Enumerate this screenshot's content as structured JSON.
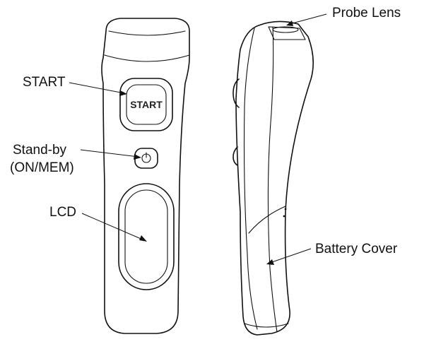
{
  "labels": {
    "start": "START",
    "standby_line1": "Stand-by",
    "standby_line2": "(ON/MEM)",
    "lcd": "LCD",
    "probe_lens": "Probe Lens",
    "battery_cover": "Battery Cover"
  },
  "start_button_text": "START"
}
